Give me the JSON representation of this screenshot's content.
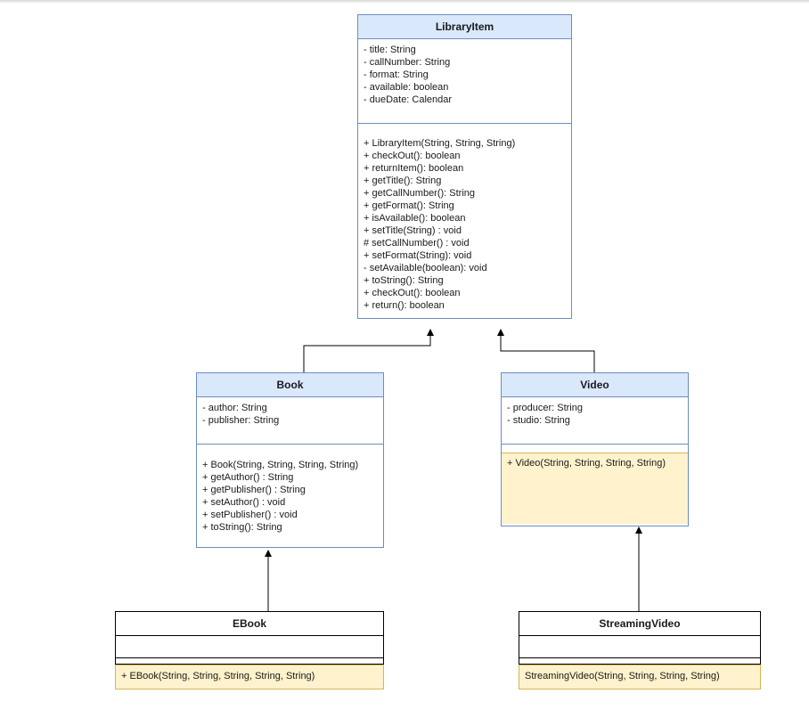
{
  "classes": {
    "library_item": {
      "name": "LibraryItem",
      "attributes": [
        "- title: String",
        "- callNumber: String",
        "- format: String",
        "- available: boolean",
        "- dueDate: Calendar"
      ],
      "methods": [
        "+ LibraryItem(String, String, String)",
        "+ checkOut(): boolean",
        "+ returnItem(): boolean",
        "+ getTitle(): String",
        "+ getCallNumber(): String",
        "+ getFormat(): String",
        "+ isAvailable(): boolean",
        "+ setTitle(String) : void",
        "# setCallNumber() : void",
        "+ setFormat(String): void",
        "- setAvailable(boolean): void",
        "+ toString(): String",
        "+ checkOut(): boolean",
        "+ return(): boolean"
      ]
    },
    "book": {
      "name": "Book",
      "attributes": [
        "- author: String",
        "- publisher: String"
      ],
      "methods": [
        "+ Book(String, String, String, String)",
        "+ getAuthor() : String",
        "+ getPublisher() : String",
        "+ setAuthor() : void",
        "+ setPublisher() : void",
        "+ toString(): String"
      ]
    },
    "video": {
      "name": "Video",
      "attributes": [
        "- producer: String",
        "- studio: String"
      ],
      "methods": [
        "+ Video(String, String, String, String)"
      ]
    },
    "ebook": {
      "name": "EBook",
      "methods": [
        "+ EBook(String, String, String, String, String)"
      ]
    },
    "streaming_video": {
      "name": "StreamingVideo",
      "methods": [
        "StreamingVideo(String, String, String, String)"
      ]
    }
  },
  "colors": {
    "header_blue": "#dae8fc",
    "border_blue": "#6c8ebf",
    "highlight_yellow": "#fff2cc",
    "yellow_border": "#d6b656"
  }
}
